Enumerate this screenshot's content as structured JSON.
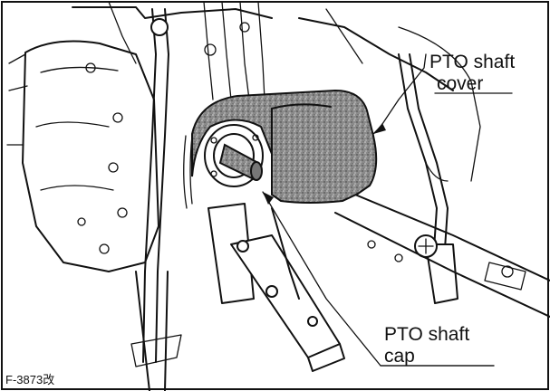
{
  "labels": {
    "pto_shaft_cover_line1": "PTO shaft",
    "pto_shaft_cover_line2": "cover",
    "pto_shaft_cap_line1": "PTO shaft",
    "pto_shaft_cap_line2": "cap",
    "figure_code": "F-3873改"
  }
}
